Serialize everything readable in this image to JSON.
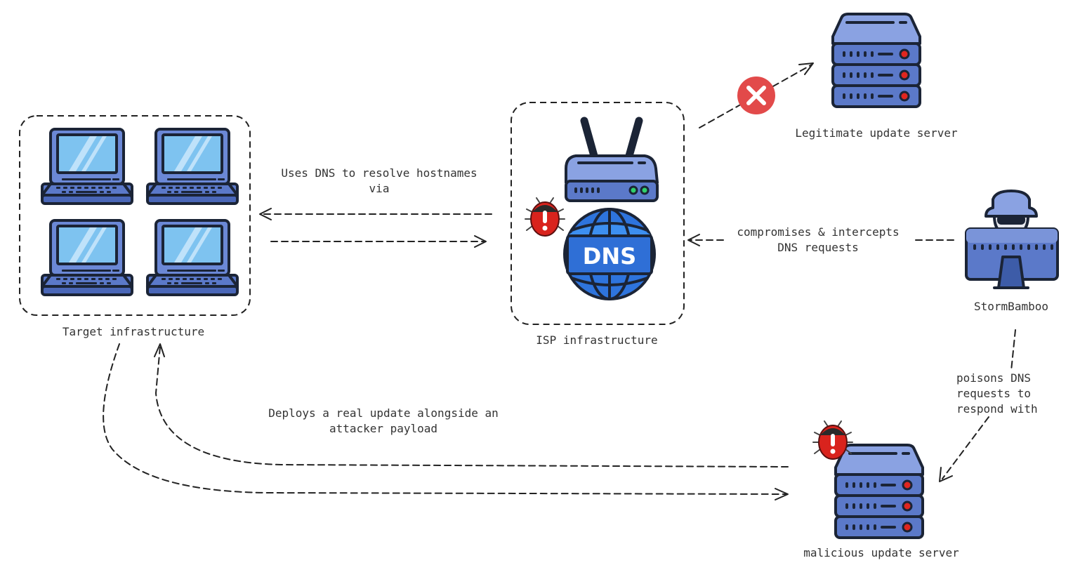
{
  "diagram": {
    "title": "StormBamboo DNS poisoning attack flow",
    "colors": {
      "icon_body": "#5b79c9",
      "icon_body_light": "#8aa2e2",
      "icon_outline": "#1b2436",
      "screen": "#7ec3f0",
      "bug_red": "#d9231d",
      "error_red": "#e24a4a",
      "globe_blue": "#2e74dd",
      "led_green": "#2fd06b",
      "led_red": "#e0261f",
      "line": "#222222"
    },
    "nodes": {
      "target": {
        "label": "Target infrastructure",
        "icon": "laptop-icon",
        "count": 4
      },
      "isp": {
        "label": "ISP infrastructure",
        "icons": [
          "router-icon",
          "dns-globe-icon",
          "bug-icon"
        ],
        "dns_text": "DNS"
      },
      "legit_server": {
        "label": "Legitimate update server",
        "icon": "server-icon",
        "status_icon": "error-x-icon"
      },
      "attacker": {
        "label": "StormBamboo",
        "icon": "hacker-icon"
      },
      "malicious_server": {
        "label": "malicious update server",
        "icon": "server-icon",
        "badge": "bug-icon"
      }
    },
    "edges": {
      "dns_resolve": {
        "label": "Uses DNS to resolve hostnames\nvia"
      },
      "intercept": {
        "label": "compromises & intercepts\nDNS requests"
      },
      "poison": {
        "label": "poisons DNS\nrequests to\nrespond with"
      },
      "deploy": {
        "label": "Deploys a real update alongside an\nattacker payload"
      }
    }
  }
}
